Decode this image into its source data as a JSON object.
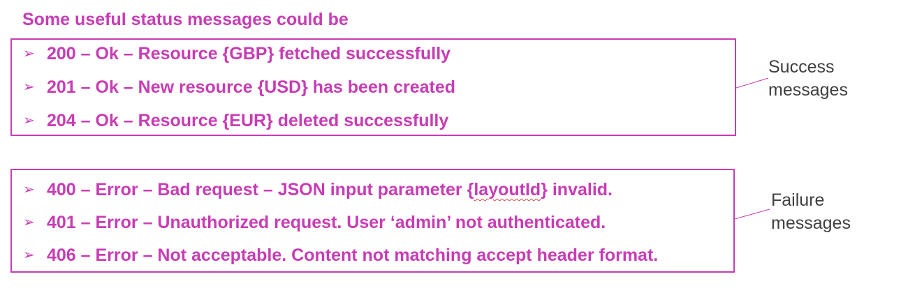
{
  "heading": "Some useful status messages could be",
  "success": {
    "items": [
      {
        "pre": "200 – Ok – Resource {GBP} fetched successfully"
      },
      {
        "pre": "201 – Ok – New resource {USD} has been created"
      },
      {
        "pre": "204 – Ok – Resource {EUR} deleted successfully"
      }
    ],
    "label_line1": "Success",
    "label_line2": "messages"
  },
  "failure": {
    "items": [
      {
        "pre": "400 – Error – Bad request – JSON input parameter {",
        "mid": "layoutId",
        "post": "} invalid."
      },
      {
        "pre": "401 – Error – Unauthorized request. User ‘admin’ not authenticated."
      },
      {
        "pre": "406 – Error – Not acceptable. Content not matching accept header format."
      }
    ],
    "label_line1": "Failure",
    "label_line2": "messages"
  },
  "bullet_glyph": "➢",
  "colors": {
    "accent": "#c83cb4",
    "label": "#404040",
    "spellcheck": "#d04a4a"
  }
}
